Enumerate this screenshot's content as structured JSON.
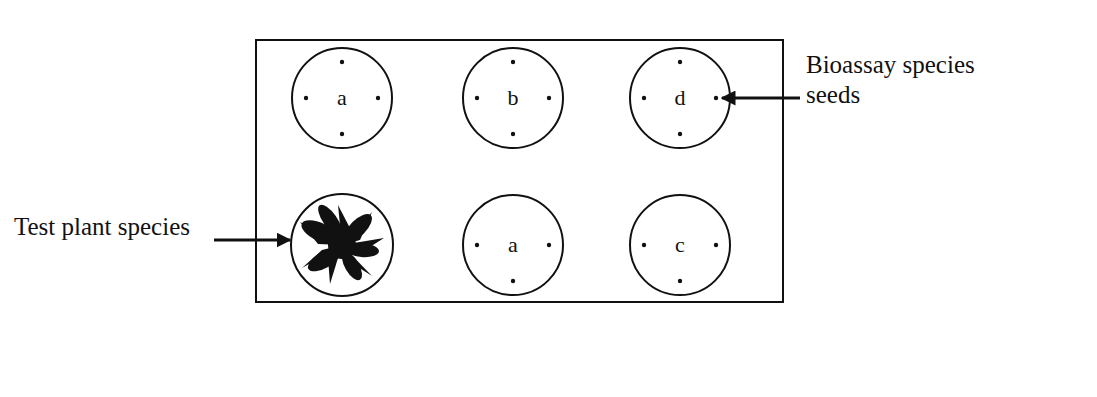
{
  "diagram": {
    "nodes": [
      {
        "text": [
          "a"
        ]
      },
      {
        "text": [
          "b"
        ]
      },
      {
        "text": [
          "d"
        ]
      },
      {
        "text": [
          "a"
        ]
      },
      {
        "text": [
          "c"
        ]
      }
    ],
    "labels": [
      "Bioassay species seeds",
      "Test plant species"
    ]
  }
}
